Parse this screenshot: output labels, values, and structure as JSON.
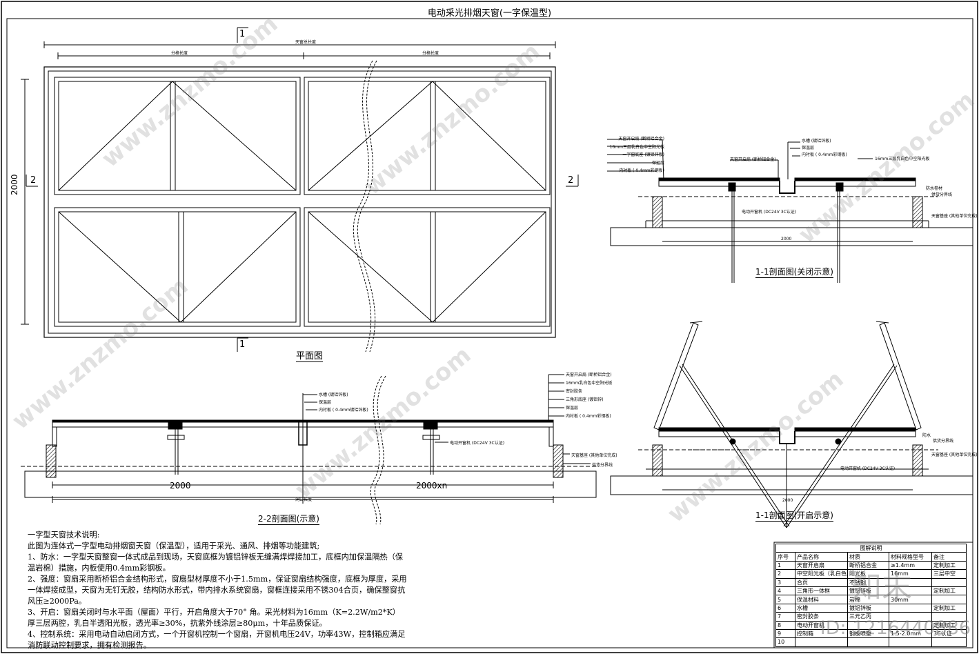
{
  "title": "电动采光排烟天窗(一字保温型)",
  "plan": {
    "label": "平面图",
    "sec1_top": "1",
    "sec1_bottom": "1",
    "sec2_left": "2",
    "sec2_right": "2",
    "dim_total": "天窗总长度",
    "dim_part_left": "分格长度",
    "dim_part_right": "分格长度",
    "dim_height": "2000"
  },
  "sec11_closed": {
    "label": "1-1剖面图(关闭示意)",
    "callouts": [
      "天窗开启扇 (断桥铝合金)",
      "16mm三层乳白色中空阳光板",
      "一字窗底座 (镀铝锌板)",
      "保温层",
      "内衬板 ( 0.4mm彩钢板)"
    ],
    "callouts_mid": [
      "天窗开启扇 (断桥铝合金)"
    ],
    "callouts_right": [
      "水槽 (镀铝锌板)",
      "保温层",
      "内衬板 ( 0.4mm彩钢板)",
      "16mm三层乳白色中空阳光板"
    ],
    "side_right": [
      "防水卷材",
      "供货分界线",
      "天窗基座 (其他单位完成)"
    ],
    "motor": "电动开窗机 (DC24V 3C认证)",
    "dim": "2000"
  },
  "sec22": {
    "label": "2-2剖面图(示意)",
    "callouts_mid": [
      "水槽 (镀铝锌板)",
      "保温层",
      "内衬板 ( 0.4mm镀铝锌板)"
    ],
    "callouts_right": [
      "天窗开启扇 (断桥铝合金)",
      "16mm乳白色中空阳光板",
      "密封胶条",
      "三角形底座 (镀铝锌)",
      "保温层",
      "内衬板 ( 0.4mm彩钢板)"
    ],
    "motor": "电动开窗机 (DC24V 3C认证)",
    "base": "天窗基座 (其他单位完成)",
    "boundary": "供货分界线",
    "dim_left": "2000",
    "dim_right": "2000xn",
    "dim_total": "洞口长度"
  },
  "sec11_open": {
    "label": "1-1剖面图(开启示意)",
    "side": [
      "防水",
      "供货分界线",
      "天窗基座 (其他单位完成)"
    ],
    "motor": "电动开窗机 (DC24V 3C认证)",
    "dim": "2000"
  },
  "notes": {
    "heading": "一字型天窗技术说明:",
    "lines": [
      "此图为连体式一字型电动排烟窗天窗（保温型），适用于采光、通风、排烟等功能建筑;",
      "1、防水：一字型天窗整窗一体式成品到现场，天窗底框为镀铝锌板无缝满焊焊接加工，底框内加保温隔热（保温岩棉）措施，内板使用0.4mm彩钢板。",
      "2、强度：窗扇采用断桥铝合金结构形式，窗扇型材厚度不小于1.5mm，保证窗扇结构强度，底框为厚度，采用一体焊接成型，天窗为无钉无胶，结构防水形式，带内排水系统窗扇，窗框连接采用不锈304合页，确保整窗抗风压≥2000Pa。",
      "3、开启：窗扇关闭时与水平面（屋面）平行，开启角度大于70° 角。采光材料为16mm（K=2.2W/m2*K）厚三层两腔，乳白半透阳光板，透光率≥30%，抗紫外线涂层≥80μm，十年品质保证。",
      "4、控制系统：采用电动自动启闭方式，一个开窗机控制一个窗扇，开窗机电压24V，功率43W，控制箱应满足消防联动控制要求，拥有检测报告。"
    ]
  },
  "legend": {
    "caption": "图解说明",
    "headers": [
      "序号",
      "产品名称",
      "材质",
      "材料规格型号",
      "备注"
    ],
    "rows": [
      [
        "1",
        "天窗开启扇",
        "断桥铝合金",
        "≥1.4mm",
        "定制加工"
      ],
      [
        "2",
        "中空阳光板（乳白色）",
        "阳光板",
        "16mm",
        "三层中空"
      ],
      [
        "3",
        "合页",
        "不锈钢",
        "",
        ""
      ],
      [
        "4",
        "三角形一体框",
        "镀铝锌板",
        "",
        "定制加工"
      ],
      [
        "5",
        "保温材料",
        "岩棉",
        "30mm",
        ""
      ],
      [
        "6",
        "水槽",
        "镀铝锌板",
        "",
        "定制加工"
      ],
      [
        "7",
        "密封胶条",
        "三元乙丙",
        "",
        ""
      ],
      [
        "8",
        "电动开窗机",
        "",
        "",
        "定制加工"
      ],
      [
        "9",
        "控制箱",
        "钢板喷塑",
        "1.5-2.0mm",
        "3C认证"
      ],
      [
        "10",
        "",
        "",
        "",
        ""
      ]
    ]
  },
  "watermark": {
    "site": "www.znzmo.com",
    "brand": "知末",
    "id": "ID: 1216440886"
  }
}
